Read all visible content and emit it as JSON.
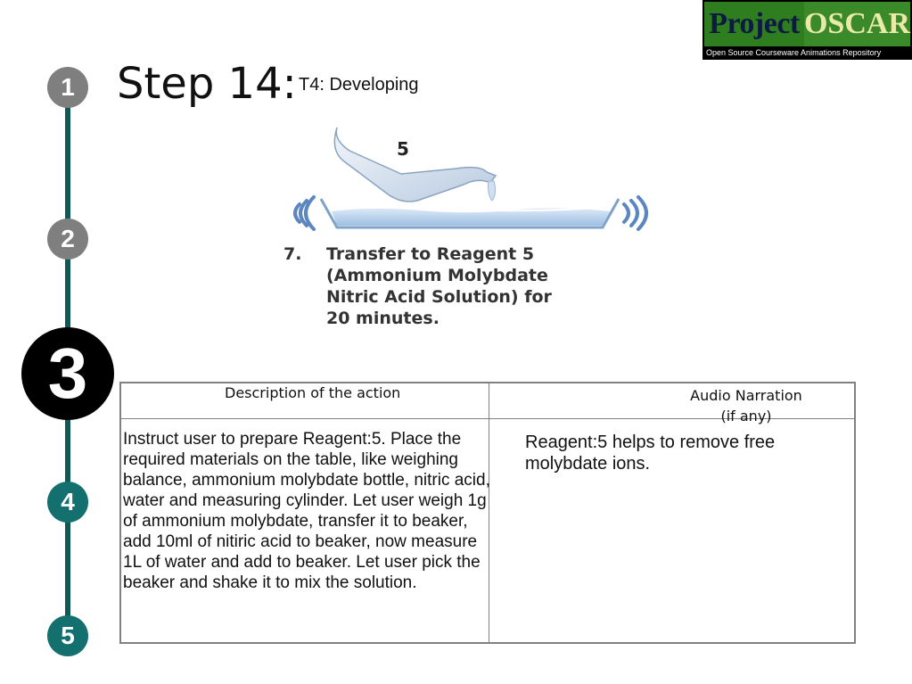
{
  "logo": {
    "project": "Project",
    "oscar": "OSCAR",
    "subtitle": "Open Source Courseware Animations Repository"
  },
  "timeline": {
    "steps": [
      "1",
      "2",
      "3",
      "4",
      "5"
    ],
    "current": "3",
    "colors": {
      "line": "#115755",
      "done": "#7f7f7f",
      "current": "#000000",
      "upcoming": "#13706f"
    }
  },
  "header": {
    "title": "Step 14:",
    "subtitle": "T4: Developing"
  },
  "illustration": {
    "bottle_label": "5",
    "instruction_number": "7.",
    "instruction_lines": [
      "Transfer to Reagent 5",
      "(Ammonium Molybdate",
      "Nitric Acid Solution) for",
      "20 minutes."
    ]
  },
  "table": {
    "header_description": "Description of the action",
    "header_audio_line1": "Audio Narration",
    "header_audio_line2": "(if any)",
    "description": "Instruct user to prepare Reagent:5. Place the required materials on the table, like weighing balance, ammonium molybdate bottle, nitric acid, water and measuring cylinder. Let user weigh 1g of ammonium molybdate, transfer it to beaker, add 10ml of nitiric acid to beaker, now measure 1L of water and add to beaker. Let user pick the beaker and shake it to mix the solution.",
    "audio": "Reagent:5 helps to remove free molybdate ions."
  }
}
